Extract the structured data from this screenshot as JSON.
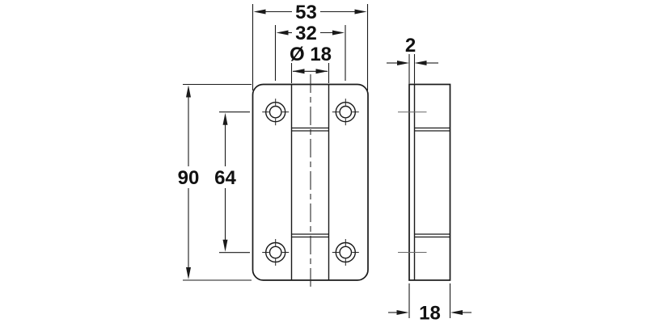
{
  "colors": {
    "background": "#ffffff",
    "line": "#1a1a1a",
    "text": "#111111"
  },
  "dims": {
    "overall_width": "53",
    "hole_pitch_horizontal": "32",
    "diameter": "Ø 18",
    "overall_height": "90",
    "hole_pitch_vertical": "64",
    "plate_thickness": "2",
    "overall_depth": "18"
  }
}
